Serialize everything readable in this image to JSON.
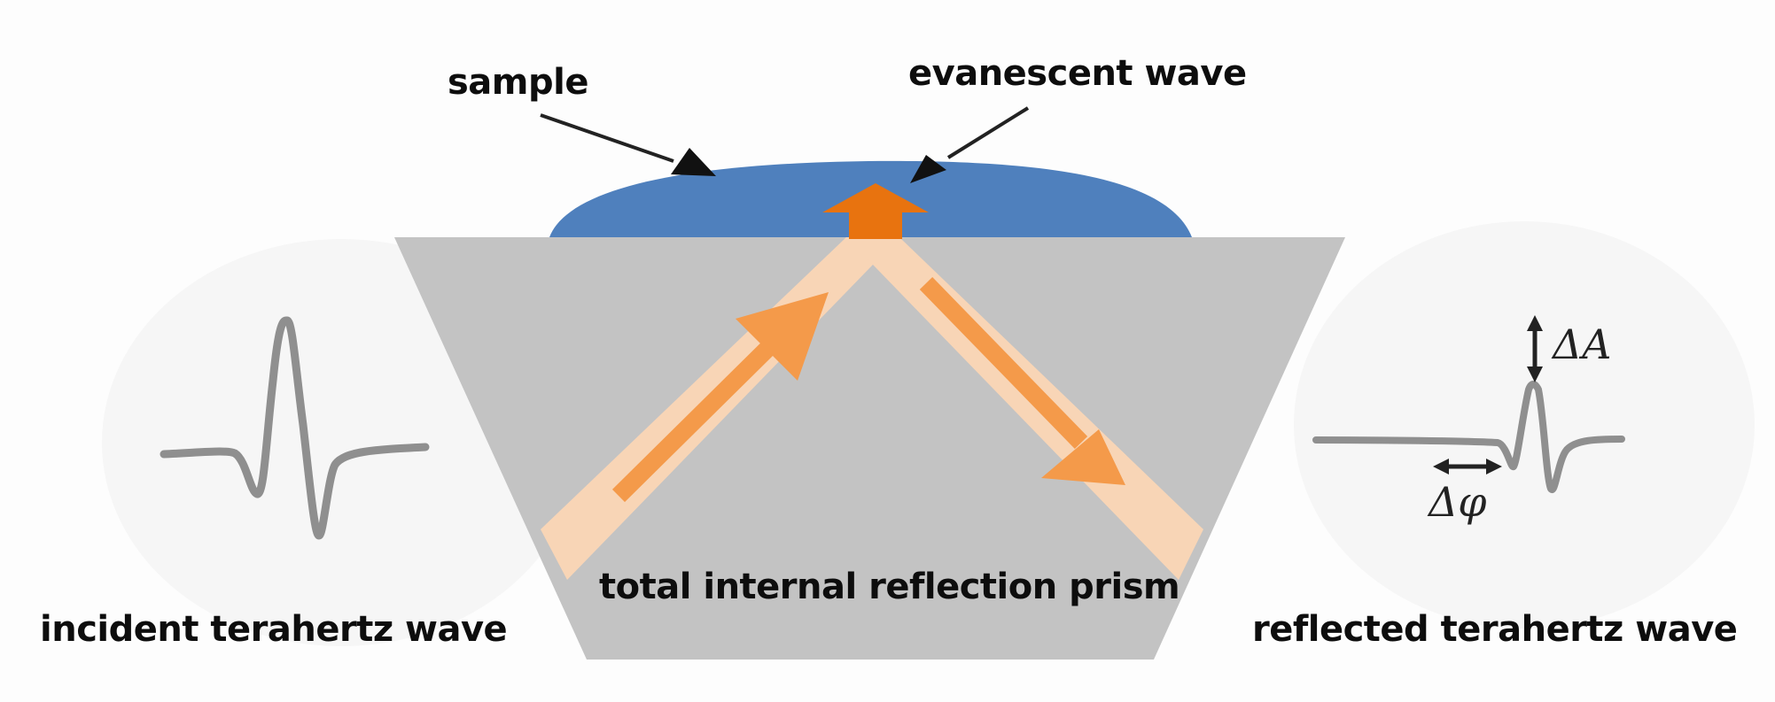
{
  "labels": {
    "sample": "sample",
    "evanescent": "evanescent wave",
    "prism": "total internal reflection prism",
    "incident": "incident terahertz wave",
    "reflected": "reflected terahertz wave",
    "delta_amplitude": "ΔA",
    "delta_phase": "Δφ"
  },
  "colors": {
    "background": "#fdfdfd",
    "prism": "#c3c3c3",
    "sample": "#4f80bd",
    "beam": "#f8d5b6",
    "beam_arrow": "#f49a4a",
    "evanescent_arrow": "#e8730f",
    "waveform": "#8f8f8f",
    "text": "#0d0d0d"
  }
}
